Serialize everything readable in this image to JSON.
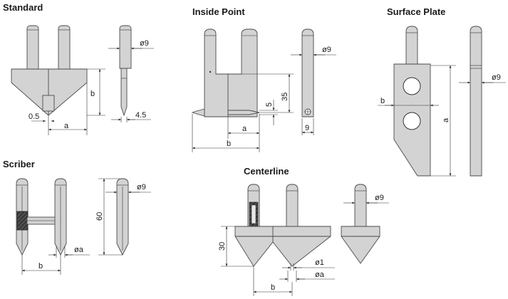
{
  "sections": {
    "standard": "Standard",
    "inside_point": "Inside Point",
    "surface_plate": "Surface Plate",
    "scriber": "Scriber",
    "centerline": "Centerline"
  },
  "labels": {
    "std_phi9": "ø9",
    "std_b": "b",
    "std_a": "a",
    "std_05": "0.5",
    "std_45": "4.5",
    "ip_phi9": "ø9",
    "ip_35": "35",
    "ip_5": "5",
    "ip_a": "a",
    "ip_b": "b",
    "ip_9": "9",
    "sp_phi9": "ø9",
    "sp_b": "b",
    "sp_a": "a",
    "sc_phi9": "ø9",
    "sc_60": "60",
    "sc_b": "b",
    "sc_phia": "øa",
    "cl_phi9": "ø9",
    "cl_30": "30",
    "cl_phi1": "ø1",
    "cl_phia": "øa",
    "cl_b": "b"
  }
}
